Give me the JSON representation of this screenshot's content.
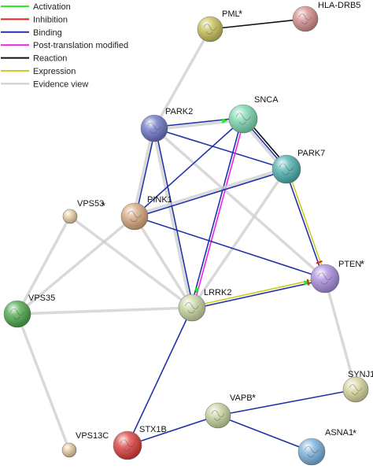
{
  "legend": {
    "items": [
      {
        "label": "Activation",
        "color": "#22ee22"
      },
      {
        "label": "Inhibition",
        "color": "#dd2222"
      },
      {
        "label": "Binding",
        "color": "#2233aa"
      },
      {
        "label": "Post-translation modified",
        "color": "#ee22ee"
      },
      {
        "label": "Reaction",
        "color": "#111111"
      },
      {
        "label": "Expression",
        "color": "#cccc22"
      },
      {
        "label": "Evidence view",
        "color": "#cccccc"
      }
    ]
  },
  "nodes": [
    {
      "id": "PML",
      "label": "PML",
      "star": "*",
      "color": "#c8be55"
    },
    {
      "id": "HLA-DRB5",
      "label": "HLA-DRB5",
      "star": "",
      "color": "#d58c8c"
    },
    {
      "id": "PARK2",
      "label": "PARK2",
      "star": "",
      "color": "#6a72c6"
    },
    {
      "id": "SNCA",
      "label": "SNCA",
      "star": "",
      "color": "#7ad8b0"
    },
    {
      "id": "PARK7",
      "label": "PARK7",
      "star": "",
      "color": "#48b0b0"
    },
    {
      "id": "PINK1",
      "label": "PINK1",
      "star": "",
      "color": "#d6a67c"
    },
    {
      "id": "VPS53",
      "label": "VPS53",
      "star": "*",
      "color": "#e7caa2"
    },
    {
      "id": "PTEN",
      "label": "PTEN",
      "star": "*",
      "color": "#a88be0"
    },
    {
      "id": "VPS35",
      "label": "VPS35",
      "star": "",
      "color": "#48a848"
    },
    {
      "id": "LRRK2",
      "label": "LRRK2",
      "star": "",
      "color": "#c8d6a0"
    },
    {
      "id": "SYNJ1",
      "label": "SYNJ1",
      "star": "",
      "color": "#d6d69a"
    },
    {
      "id": "VAPB",
      "label": "VAPB",
      "star": "*",
      "color": "#c6d29c"
    },
    {
      "id": "STX1B",
      "label": "STX1B",
      "star": "",
      "color": "#dd3a3a"
    },
    {
      "id": "ASNA1",
      "label": "ASNA1",
      "star": "*",
      "color": "#78b0dd"
    },
    {
      "id": "VPS13C",
      "label": "VPS13C",
      "star": "",
      "color": "#e4c49c"
    }
  ],
  "edges": [
    {
      "from": "PML",
      "to": "HLA-DRB5",
      "types": [
        "reaction"
      ]
    },
    {
      "from": "PML",
      "to": "PARK2",
      "types": [
        "evidence"
      ]
    },
    {
      "from": "PARK2",
      "to": "SNCA",
      "types": [
        "binding",
        "evidence",
        "activation"
      ]
    },
    {
      "from": "PARK2",
      "to": "PARK7",
      "types": [
        "binding"
      ]
    },
    {
      "from": "PARK2",
      "to": "PINK1",
      "types": [
        "binding",
        "evidence"
      ]
    },
    {
      "from": "PARK2",
      "to": "LRRK2",
      "types": [
        "binding",
        "evidence"
      ]
    },
    {
      "from": "PARK2",
      "to": "PTEN",
      "types": [
        "evidence"
      ]
    },
    {
      "from": "SNCA",
      "to": "PARK7",
      "types": [
        "reaction",
        "binding",
        "evidence"
      ]
    },
    {
      "from": "SNCA",
      "to": "PINK1",
      "types": [
        "binding"
      ]
    },
    {
      "from": "SNCA",
      "to": "LRRK2",
      "types": [
        "post-translation",
        "binding",
        "activation"
      ]
    },
    {
      "from": "PARK7",
      "to": "PTEN",
      "types": [
        "expression",
        "binding",
        "inhibition"
      ]
    },
    {
      "from": "PARK7",
      "to": "PINK1",
      "types": [
        "binding",
        "evidence"
      ]
    },
    {
      "from": "PARK7",
      "to": "LRRK2",
      "types": [
        "evidence"
      ]
    },
    {
      "from": "PINK1",
      "to": "PTEN",
      "types": [
        "binding"
      ]
    },
    {
      "from": "PINK1",
      "to": "LRRK2",
      "types": [
        "evidence"
      ]
    },
    {
      "from": "PINK1",
      "to": "VPS35",
      "types": [
        "evidence"
      ]
    },
    {
      "from": "VPS53",
      "to": "VPS35",
      "types": [
        "evidence"
      ]
    },
    {
      "from": "VPS53",
      "to": "LRRK2",
      "types": [
        "evidence"
      ]
    },
    {
      "from": "VPS35",
      "to": "LRRK2",
      "types": [
        "evidence"
      ]
    },
    {
      "from": "VPS35",
      "to": "VPS13C",
      "types": [
        "evidence"
      ]
    },
    {
      "from": "LRRK2",
      "to": "PTEN",
      "types": [
        "expression",
        "binding",
        "inhibition",
        "activation"
      ]
    },
    {
      "from": "LRRK2",
      "to": "STX1B",
      "types": [
        "binding"
      ]
    },
    {
      "from": "PTEN",
      "to": "SYNJ1",
      "types": [
        "evidence"
      ]
    },
    {
      "from": "SYNJ1",
      "to": "VAPB",
      "types": [
        "binding"
      ]
    },
    {
      "from": "STX1B",
      "to": "VAPB",
      "types": [
        "binding"
      ]
    },
    {
      "from": "VAPB",
      "to": "ASNA1",
      "types": [
        "binding"
      ]
    }
  ]
}
